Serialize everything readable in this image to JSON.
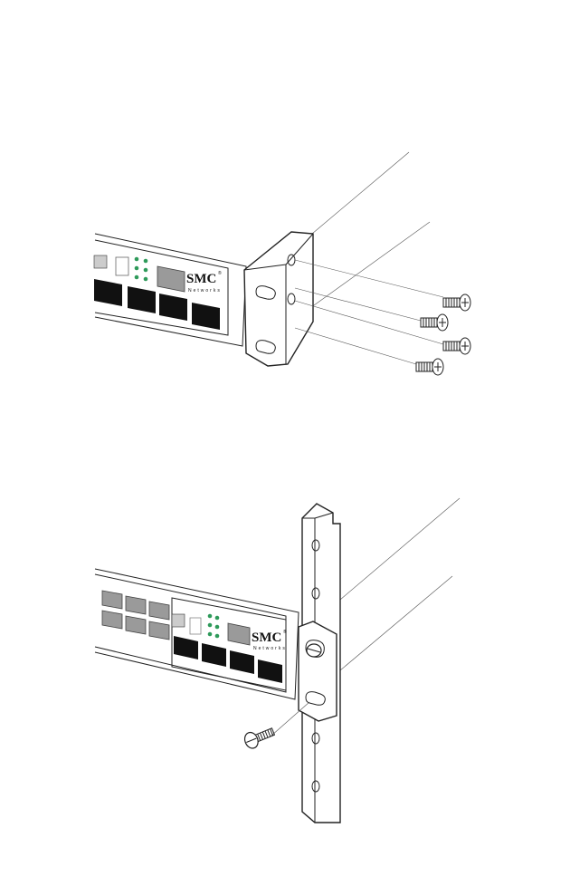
{
  "figures": [
    {
      "id": "attach-brackets",
      "brand": {
        "name": "SMC",
        "sub": "Networks",
        "registered": "®"
      }
    },
    {
      "id": "mount-in-rack",
      "brand": {
        "name": "SMC",
        "sub": "Networks",
        "registered": "®"
      }
    }
  ],
  "colors": {
    "led": "#2e9a5a",
    "line": "#222222",
    "port": "#111111"
  }
}
